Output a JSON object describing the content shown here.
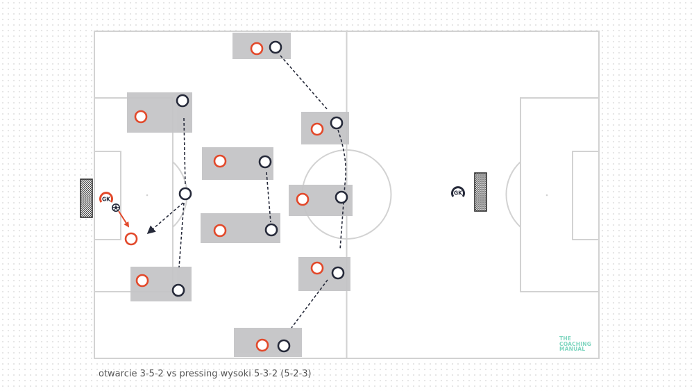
{
  "caption": "otwarcie 3-5-2 vs pressing wysoki 5-3-2 (5-2-3)",
  "goalkeeper_label": "GK",
  "brand": {
    "lines": [
      "THE",
      "COACHING",
      "MANUAL"
    ]
  },
  "colors": {
    "pitch_line": "#d2d2d2",
    "zone_fill": "#c3c3c5",
    "team_red": "#e2492b",
    "team_dark": "#262a3a",
    "pass_arrow": "#e2492b",
    "pressing_line": "#262a3a",
    "brand": "#7fd6c0"
  },
  "icons": [
    "goalkeeper-icon",
    "ball-icon",
    "goal-net-icon"
  ]
}
